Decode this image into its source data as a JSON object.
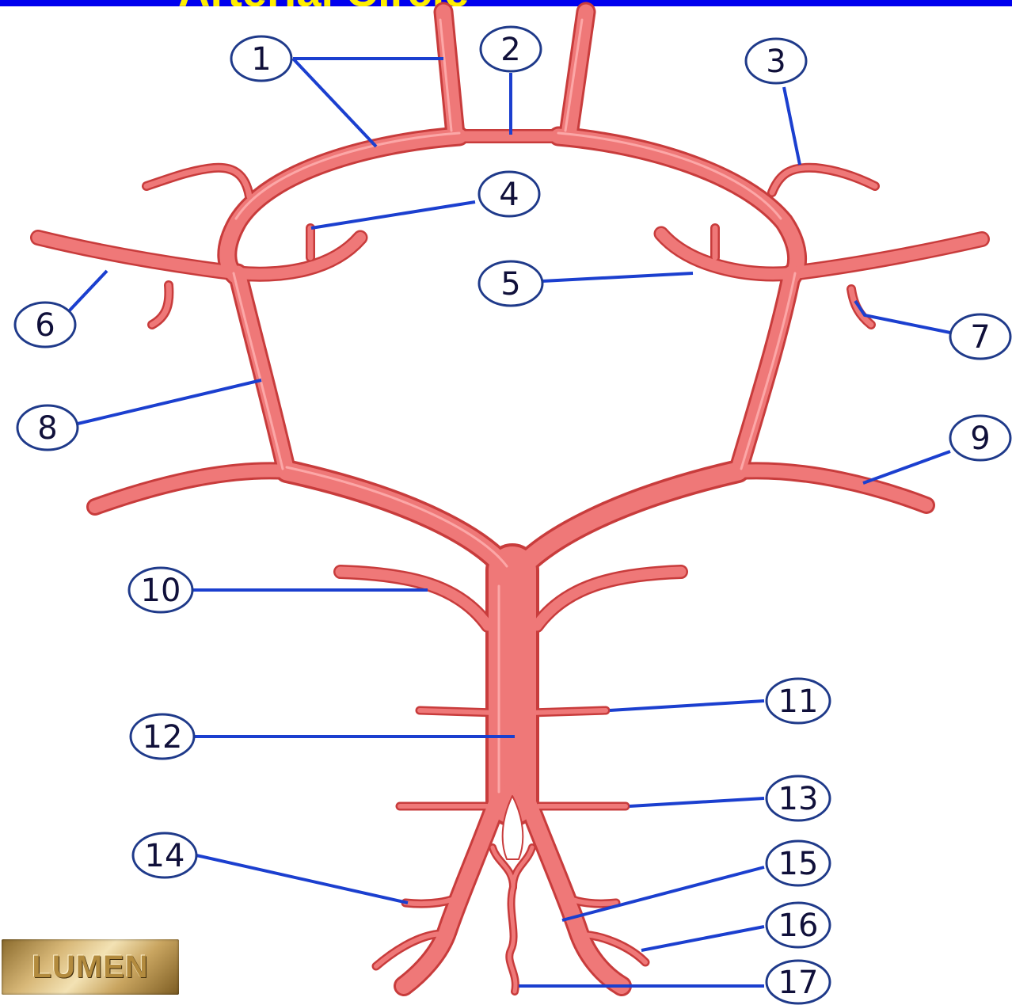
{
  "header": {
    "title": "Arterial Circle"
  },
  "labels": [
    "1",
    "2",
    "3",
    "4",
    "5",
    "6",
    "7",
    "8",
    "9",
    "10",
    "11",
    "12",
    "13",
    "14",
    "15",
    "16",
    "17"
  ],
  "logo": {
    "text": "LUMEN"
  },
  "colors": {
    "artery": "#ea6d6d",
    "artery_edge": "#c83c3c",
    "leader": "#1b3fcf",
    "header_bar": "#0000ee",
    "header_text": "#ffee00"
  }
}
